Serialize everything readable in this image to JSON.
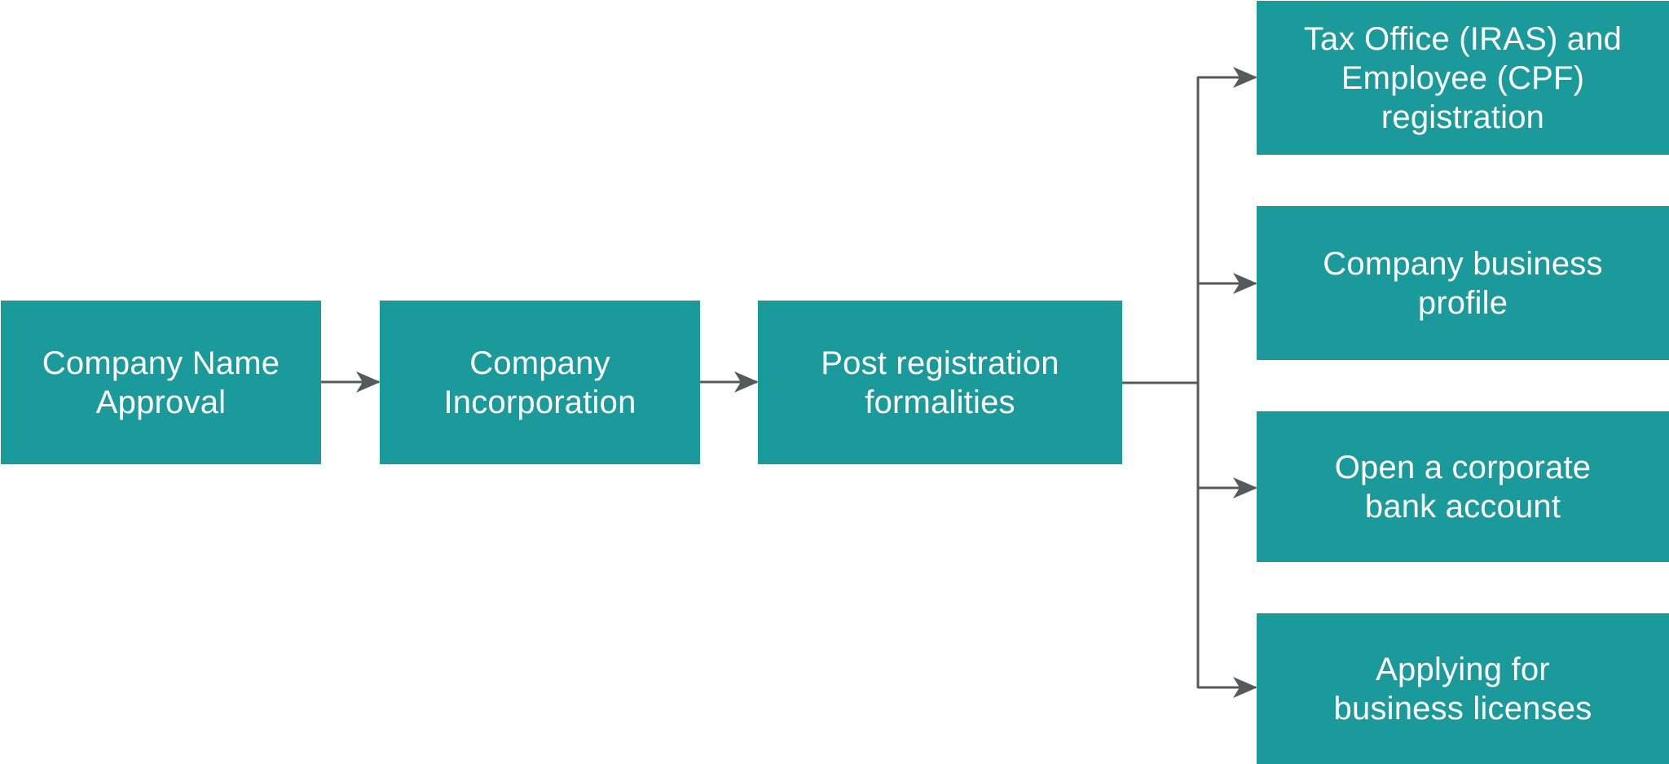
{
  "diagram": {
    "colors": {
      "box_fill": "#1b9a9b",
      "box_text": "#ffffff",
      "connector": "#58595b"
    },
    "steps": [
      {
        "label": "Company Name\nApproval"
      },
      {
        "label": "Company\nIncorporation"
      },
      {
        "label": "Post registration\nformalities"
      }
    ],
    "branches": [
      {
        "label": "Tax Office (IRAS) and\nEmployee (CPF)\nregistration"
      },
      {
        "label": "Company business\nprofile"
      },
      {
        "label": "Open a corporate\nbank account"
      },
      {
        "label": "Applying for\nbusiness licenses"
      }
    ]
  }
}
